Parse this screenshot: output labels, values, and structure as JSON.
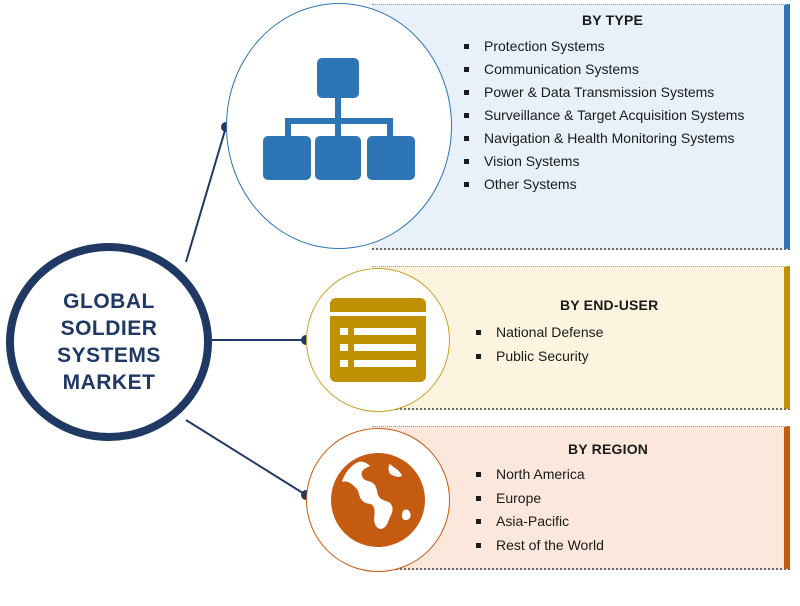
{
  "main": {
    "title": "GLOBAL\nSOLDIER\nSYSTEMS\nMARKET"
  },
  "segments": [
    {
      "title": "BY TYPE",
      "icon": "hierarchy-icon",
      "items": [
        "Protection Systems",
        "Communication Systems",
        "Power & Data Transmission Systems",
        "Surveillance & Target Acquisition Systems",
        "Navigation & Health Monitoring Systems",
        "Vision Systems",
        "Other Systems"
      ]
    },
    {
      "title": "BY END-USER",
      "icon": "list-document-icon",
      "items": [
        "National Defense",
        "Public Security"
      ]
    },
    {
      "title": "BY REGION",
      "icon": "globe-icon",
      "items": [
        "North America",
        "Europe",
        "Asia-Pacific",
        "Rest of the World"
      ]
    }
  ],
  "colors": {
    "main_border": "#1f3864",
    "main_text": "#1f3864",
    "connector": "#1f3864",
    "type_accent": "#2e75b6",
    "type_panel": "#e8f0fa",
    "type_stroke": "#2e75b6",
    "enduser_accent": "#bf9000",
    "enduser_panel": "#fdf4df",
    "enduser_stroke": "#c9a227",
    "region_accent": "#c55a11",
    "region_panel": "#fbe7dc",
    "region_stroke": "#c55a11"
  }
}
